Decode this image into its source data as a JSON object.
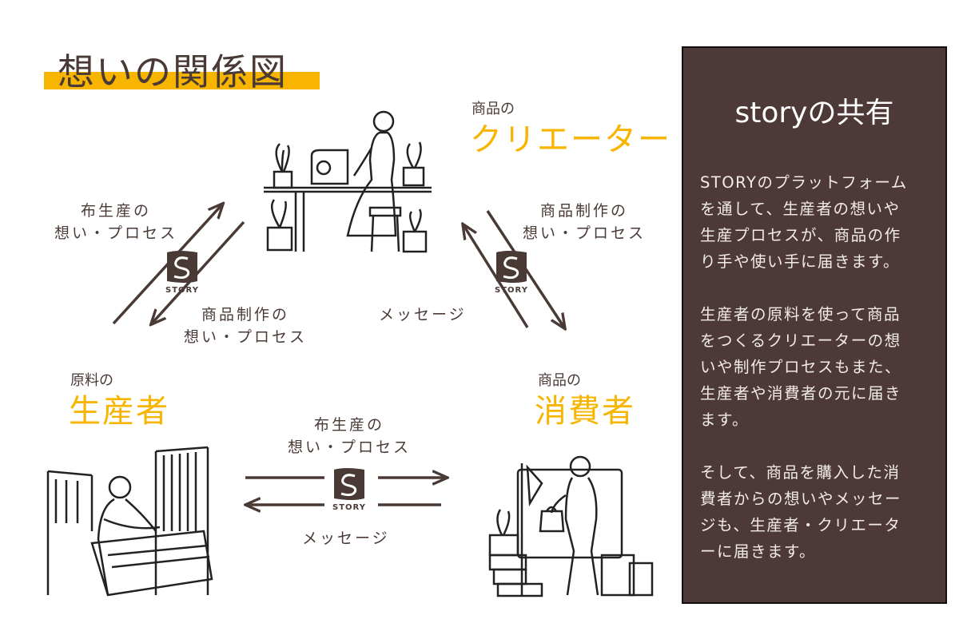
{
  "title": "想いの関係図",
  "creator": {
    "sub": "商品の",
    "name": "クリエーター"
  },
  "producer": {
    "sub": "原料の",
    "name": "生産者"
  },
  "consumer": {
    "sub": "商品の",
    "name": "消費者"
  },
  "labels": {
    "left_upper": [
      "布生産の",
      "想い・プロセス"
    ],
    "left_lower": [
      "商品制作の",
      "想い・プロセス"
    ],
    "right_upper": [
      "商品制作の",
      "想い・プロセス"
    ],
    "right_message": "メッセージ",
    "bottom_upper": [
      "布生産の",
      "想い・プロセス"
    ],
    "bottom_message": "メッセージ"
  },
  "logo_text": "STORY",
  "panel": {
    "title": "storyの共有",
    "text": "STORYのプラットフォーム\nを通して、生産者の想いや\n生産プロセスが、商品の作\nり手や使い手に届きます。\n\n生産者の原料を使って商品\nをつくるクリエーターの想\nいや制作プロセスもまた、\n生産者や消費者の元に届き\nます。\n\nそして、商品を購入した消\n費者からの想いやメッセー\nジも、生産者・クリエータ\nーに届きます。"
  },
  "colors": {
    "accent": "#f7b500",
    "text": "#4a3a36",
    "panel_bg": "#4d3a38"
  }
}
